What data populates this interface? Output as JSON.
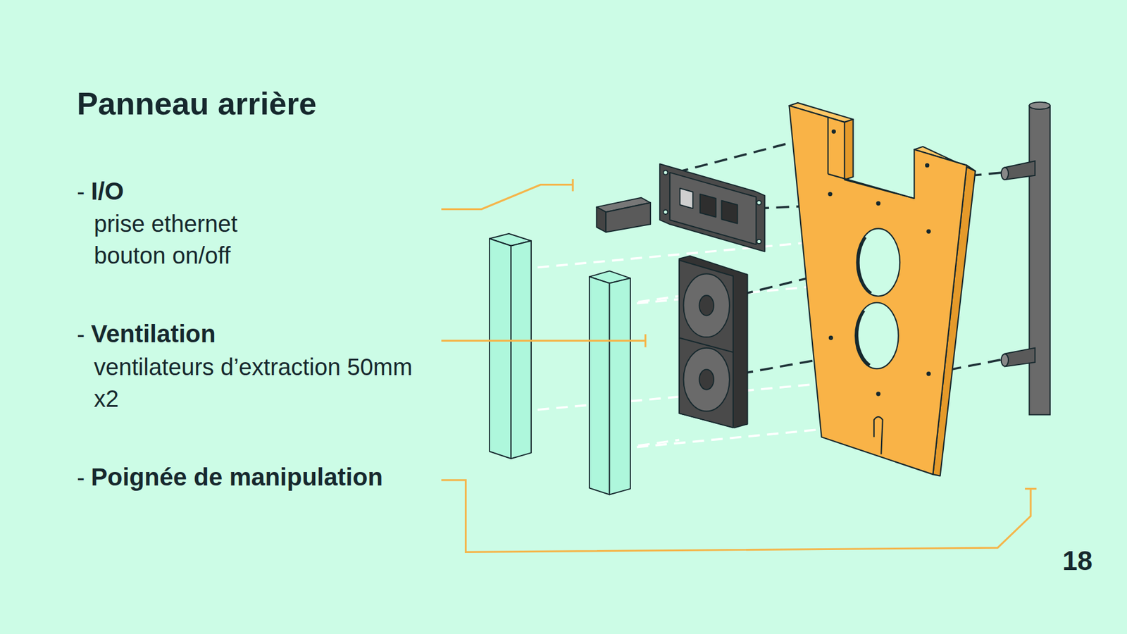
{
  "diagram": {
    "title": "Panneau arrière",
    "labels": [
      "-",
      "I/O",
      "prise ethernet",
      "bouton on/off",
      "-",
      "Ventilation",
      "ventilateurs d’extraction 50mm x2",
      "-",
      "Poignée de manipulation",
      "18"
    ]
  }
}
